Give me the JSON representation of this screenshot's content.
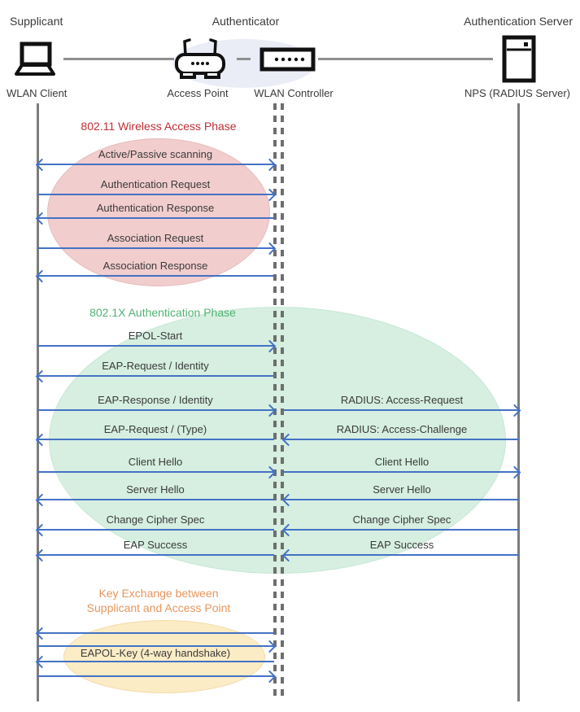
{
  "header": {
    "roles": [
      {
        "label": "Supplicant"
      },
      {
        "label": "Authenticator"
      },
      {
        "label": "Authentication Server"
      }
    ],
    "devices": [
      {
        "label": "WLAN Client",
        "icon": "laptop-icon"
      },
      {
        "label": "Access Point",
        "icon": "access-point-icon"
      },
      {
        "label": "WLAN Controller",
        "icon": "wlan-controller-icon"
      },
      {
        "label": "NPS (RADIUS Server)",
        "icon": "server-icon"
      }
    ]
  },
  "colors": {
    "arrow_blue": "#4472C4",
    "lifeline_gray": "#7c7c7c",
    "authenticator_ellipse": "#EAEDF6",
    "phase1_ellipse": "#F2CDCD",
    "phase1_title": "#BE2F35",
    "phase2_ellipse": "#D6EFE0",
    "phase2_title": "#50B273",
    "phase3_ellipse": "#FBECC6",
    "phase3_title": "#E6965E"
  },
  "phases": [
    {
      "title": "802.11 Wireless Access Phase"
    },
    {
      "title": "802.1X Authentication Phase"
    },
    {
      "title_line1": "Key Exchange between",
      "title_line2": "Supplicant and Access Point"
    }
  ],
  "messages": [
    {
      "label": "Active/Passive scanning",
      "lane": "left",
      "direction": "both",
      "from": "WLAN Client",
      "to": "WLAN Controller"
    },
    {
      "label": "Authentication Request",
      "lane": "left",
      "direction": "right",
      "from": "WLAN Client",
      "to": "WLAN Controller"
    },
    {
      "label": "Authentication Response",
      "lane": "left",
      "direction": "left",
      "from": "WLAN Controller",
      "to": "WLAN Client"
    },
    {
      "label": "Association Request",
      "lane": "left",
      "direction": "right",
      "from": "WLAN Client",
      "to": "WLAN Controller"
    },
    {
      "label": "Association Response",
      "lane": "left",
      "direction": "left",
      "from": "WLAN Controller",
      "to": "WLAN Client"
    },
    {
      "label": "EPOL-Start",
      "lane": "left",
      "direction": "right",
      "from": "WLAN Client",
      "to": "WLAN Controller"
    },
    {
      "label": "EAP-Request / Identity",
      "lane": "left",
      "direction": "left",
      "from": "WLAN Controller",
      "to": "WLAN Client"
    },
    {
      "label": "EAP-Response / Identity",
      "lane": "left",
      "direction": "right",
      "from": "WLAN Client",
      "to": "WLAN Controller"
    },
    {
      "label": "RADIUS: Access-Request",
      "lane": "right",
      "direction": "right",
      "from": "WLAN Controller",
      "to": "NPS (RADIUS Server)"
    },
    {
      "label": "EAP-Request / (Type)",
      "lane": "left",
      "direction": "left",
      "from": "WLAN Controller",
      "to": "WLAN Client"
    },
    {
      "label": "RADIUS: Access-Challenge",
      "lane": "right",
      "direction": "left",
      "from": "NPS (RADIUS Server)",
      "to": "WLAN Controller"
    },
    {
      "label": "Client Hello",
      "lane": "left",
      "direction": "right",
      "from": "WLAN Client",
      "to": "WLAN Controller"
    },
    {
      "label": "Client Hello",
      "lane": "right",
      "direction": "right",
      "from": "WLAN Controller",
      "to": "NPS (RADIUS Server)"
    },
    {
      "label": "Server Hello",
      "lane": "left",
      "direction": "left",
      "from": "WLAN Controller",
      "to": "WLAN Client"
    },
    {
      "label": "Server Hello",
      "lane": "right",
      "direction": "left",
      "from": "NPS (RADIUS Server)",
      "to": "WLAN Controller"
    },
    {
      "label": "Change Cipher Spec",
      "lane": "left",
      "direction": "left",
      "from": "WLAN Controller",
      "to": "WLAN Client"
    },
    {
      "label": "Change Cipher Spec",
      "lane": "right",
      "direction": "left",
      "from": "NPS (RADIUS Server)",
      "to": "WLAN Controller"
    },
    {
      "label": "EAP Success",
      "lane": "left",
      "direction": "left",
      "from": "WLAN Controller",
      "to": "WLAN Client"
    },
    {
      "label": "EAP Success",
      "lane": "right",
      "direction": "left",
      "from": "NPS (RADIUS Server)",
      "to": "WLAN Controller"
    },
    {
      "label": "EAPOL-Key (4-way handshake)",
      "lane": "left",
      "direction": "four-way",
      "arrows": [
        "left",
        "right",
        "left",
        "right"
      ]
    }
  ]
}
